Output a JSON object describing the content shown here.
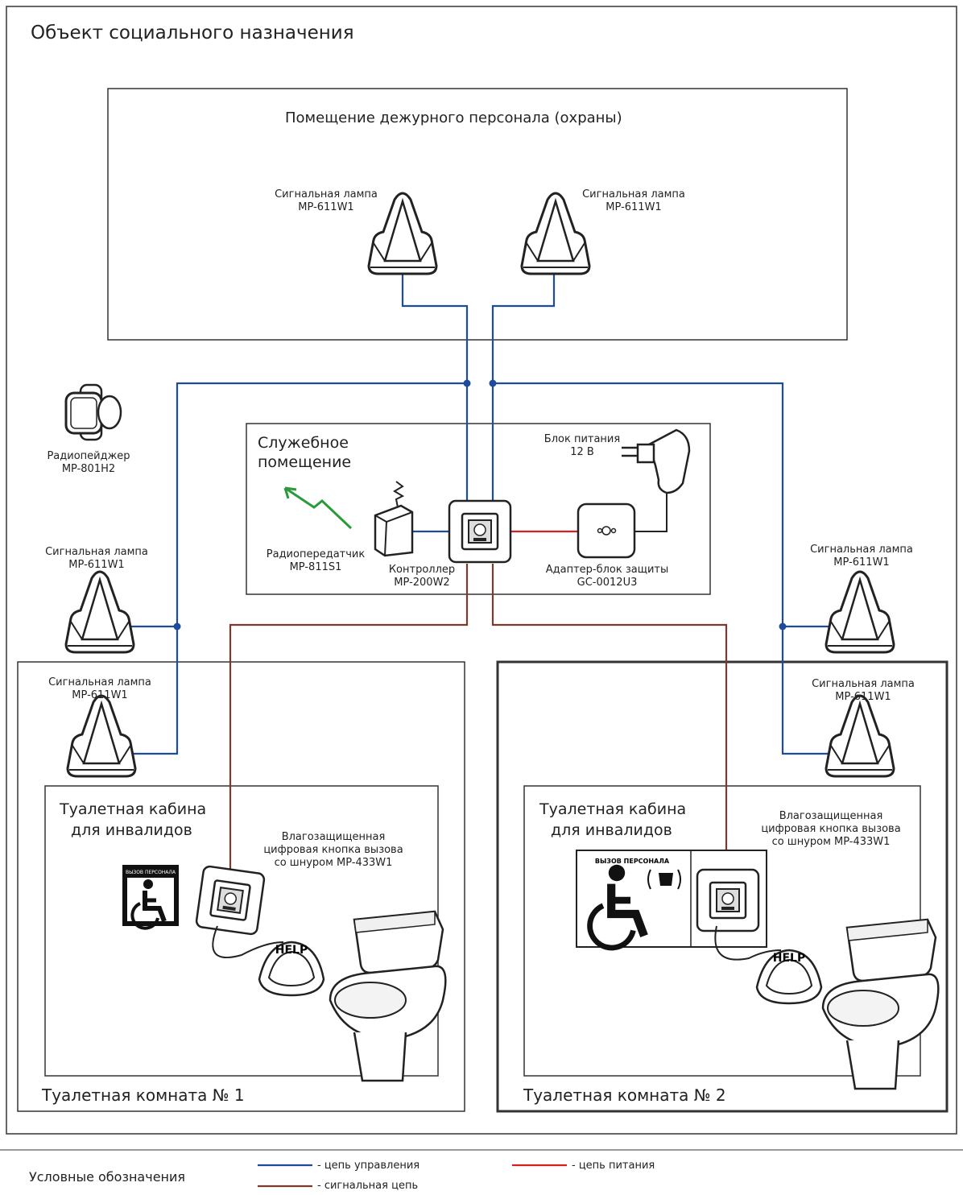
{
  "facility_title": "Объект социального назначения",
  "guard_room": {
    "title": "Помещение дежурного персонала (охраны)"
  },
  "service_room": {
    "title_line1": "Служебное",
    "title_line2": "помещение"
  },
  "restroom1": {
    "title": "Туалетная комната № 1"
  },
  "restroom2": {
    "title": "Туалетная комната № 2"
  },
  "cabin1": {
    "title_line1": "Туалетная кабина",
    "title_line2": "для инвалидов"
  },
  "cabin2": {
    "title_line1": "Туалетная кабина",
    "title_line2": "для инвалидов"
  },
  "lamp": {
    "label": "Сигнальная лампа",
    "model": "MP-611W1"
  },
  "pager": {
    "label": "Радиопейджер",
    "model": "MP-801H2"
  },
  "transmitter": {
    "label": "Радиопередатчик",
    "model": "MP-811S1"
  },
  "controller": {
    "label": "Контроллер",
    "model": "MP-200W2"
  },
  "adapter": {
    "label": "Адаптер-блок защиты",
    "model": "GC-0012U3"
  },
  "psu": {
    "label": "Блок питания",
    "model": "12 В"
  },
  "call_button": {
    "line1": "Влагозащищенная",
    "line2": "цифровая кнопка вызова",
    "line3": "со шнуром MP-433W1"
  },
  "sign": {
    "small_text": "ВЫЗОВ ПЕРСОНАЛА",
    "large_text": "ВЫЗОВ  ПЕРСОНАЛА",
    "help": "HELP"
  },
  "legend": {
    "title": "Условные  обозначения",
    "control": "- цепь управления",
    "signal": "- сигнальная цепь",
    "power": "- цепь питания"
  },
  "colors": {
    "control": "#1f4b9b",
    "signal": "#7a3a2e",
    "power": "#d42020",
    "transmit": "#2a9a3a"
  }
}
